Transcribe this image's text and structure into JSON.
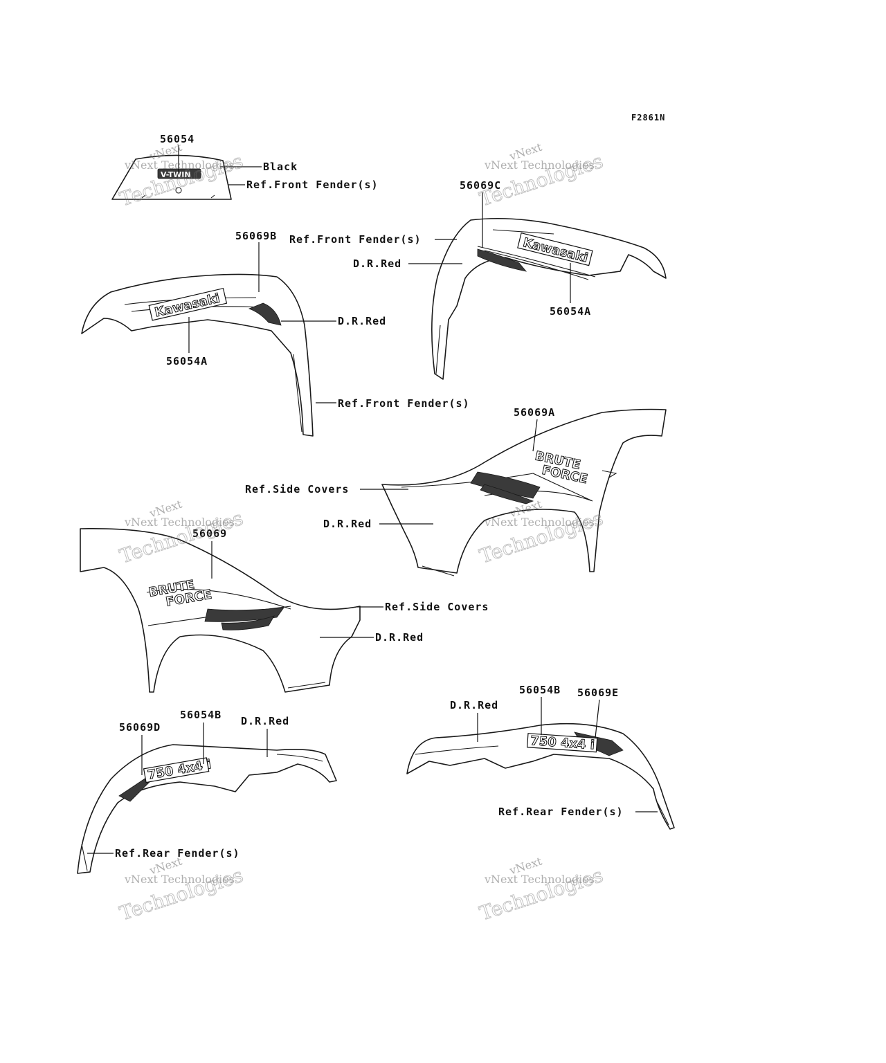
{
  "figure_code": "F2861N",
  "watermark": {
    "line1": "vNext",
    "line2": "Technologies",
    "line3": "vNext Technologies"
  },
  "decals": {
    "kawasaki": "Kawasaki",
    "brute": "BRUTE",
    "force": "FORCE",
    "model": "750 4x4 i",
    "black_decal": "V-TWIN"
  },
  "callouts": {
    "p56054": "56054",
    "black": "Black",
    "ref_front_fender_1": "Ref.Front Fender(s)",
    "p56069c": "56069C",
    "p56069b": "56069B",
    "ref_front_fender_2": "Ref.Front Fender(s)",
    "dr_red_1": "D.R.Red",
    "dr_red_2": "D.R.Red",
    "p56054a_right": "56054A",
    "p56054a_left": "56054A",
    "ref_front_fender_3": "Ref.Front Fender(s)",
    "p56069a": "56069A",
    "ref_side_covers_1": "Ref.Side Covers",
    "dr_red_3": "D.R.Red",
    "p56069": "56069",
    "ref_side_covers_2": "Ref.Side Covers",
    "dr_red_4": "D.R.Red",
    "p56054b_right": "56054B",
    "p56069e": "56069E",
    "dr_red_5": "D.R.Red",
    "p56069d": "56069D",
    "p56054b_left": "56054B",
    "dr_red_6": "D.R.Red",
    "ref_rear_fender_1": "Ref.Rear Fender(s)",
    "ref_rear_fender_2": "Ref.Rear Fender(s)"
  }
}
